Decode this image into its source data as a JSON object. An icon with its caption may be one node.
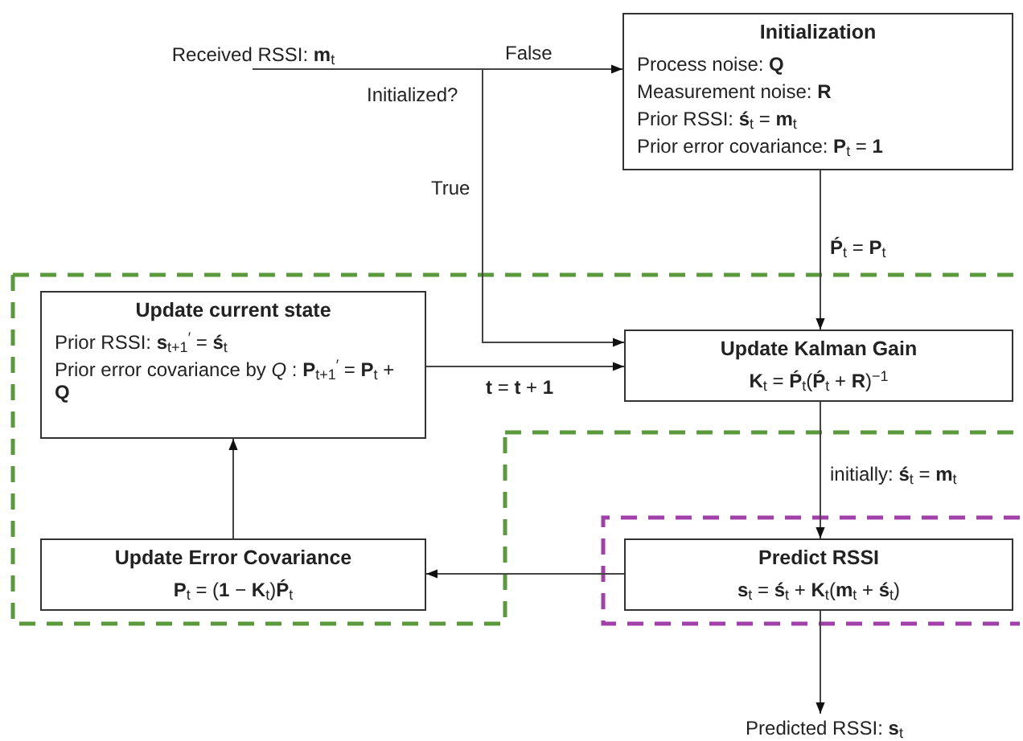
{
  "diagram": {
    "nodes": [
      {
        "text": [
          "Received RSSI: **m**$_{t}$"
        ]
      },
      {
        "text": [
          "Initialization",
          "Process noise: **Q**",
          "Measurement noise: **R**",
          "Prior RSSI: **ś**$_{t}$ = **m**$_{t}$",
          "Prior error covariance: **P**$_{t}$ = **1**"
        ]
      },
      {
        "text": [
          "Update current state",
          "Prior RSSI: **s**$_{t+1}$$^{′}$ = **ś**$_{t}$",
          "Prior error covariance by *Q* : **P**$_{t+1}$$^{′}$ = **P**$_{t}$ + **Q**"
        ]
      },
      {
        "text": [
          "Update Kalman Gain",
          "**K**$_{t}$ = **Ṕ**$_{t}$(**Ṕ**$_{t}$ + **R**)$^{−1}$"
        ]
      },
      {
        "text": [
          "Update Error Covariance",
          "**P**$_{t}$ = (**1** − **K**$_{t}$)**Ṕ**$_{t}$"
        ]
      },
      {
        "text": [
          "Predict RSSI",
          "**s**$_{t}$ = **ś**$_{t}$ + **K**$_{t}$(**m**$_{t}$ + **ś**$_{t}$)"
        ]
      },
      {
        "text": [
          "Predicted RSSI: **s**$_{t}$"
        ]
      }
    ],
    "edges": [
      {
        "from": 0,
        "to": 1,
        "arrow": "to",
        "label": "False"
      },
      {
        "from": 0,
        "to": 3,
        "arrow": "to",
        "label": "True"
      },
      {
        "from": 1,
        "to": 3,
        "arrow": "to",
        "label": "**Ṕ**$_{t}$ = **P**$_{t}$"
      },
      {
        "from": 2,
        "to": 3,
        "arrow": "to",
        "label": "**t** = **t** + **1**"
      },
      {
        "from": 3,
        "to": 5,
        "arrow": "to",
        "label": "initially: **ś**$_{t}$ = **m**$_{t}$"
      },
      {
        "from": 5,
        "to": 4,
        "arrow": "to"
      },
      {
        "from": 4,
        "to": 2,
        "arrow": "to"
      },
      {
        "from": 5,
        "to": 6,
        "arrow": "to"
      }
    ],
    "labels": [
      "Initialized?"
    ]
  }
}
